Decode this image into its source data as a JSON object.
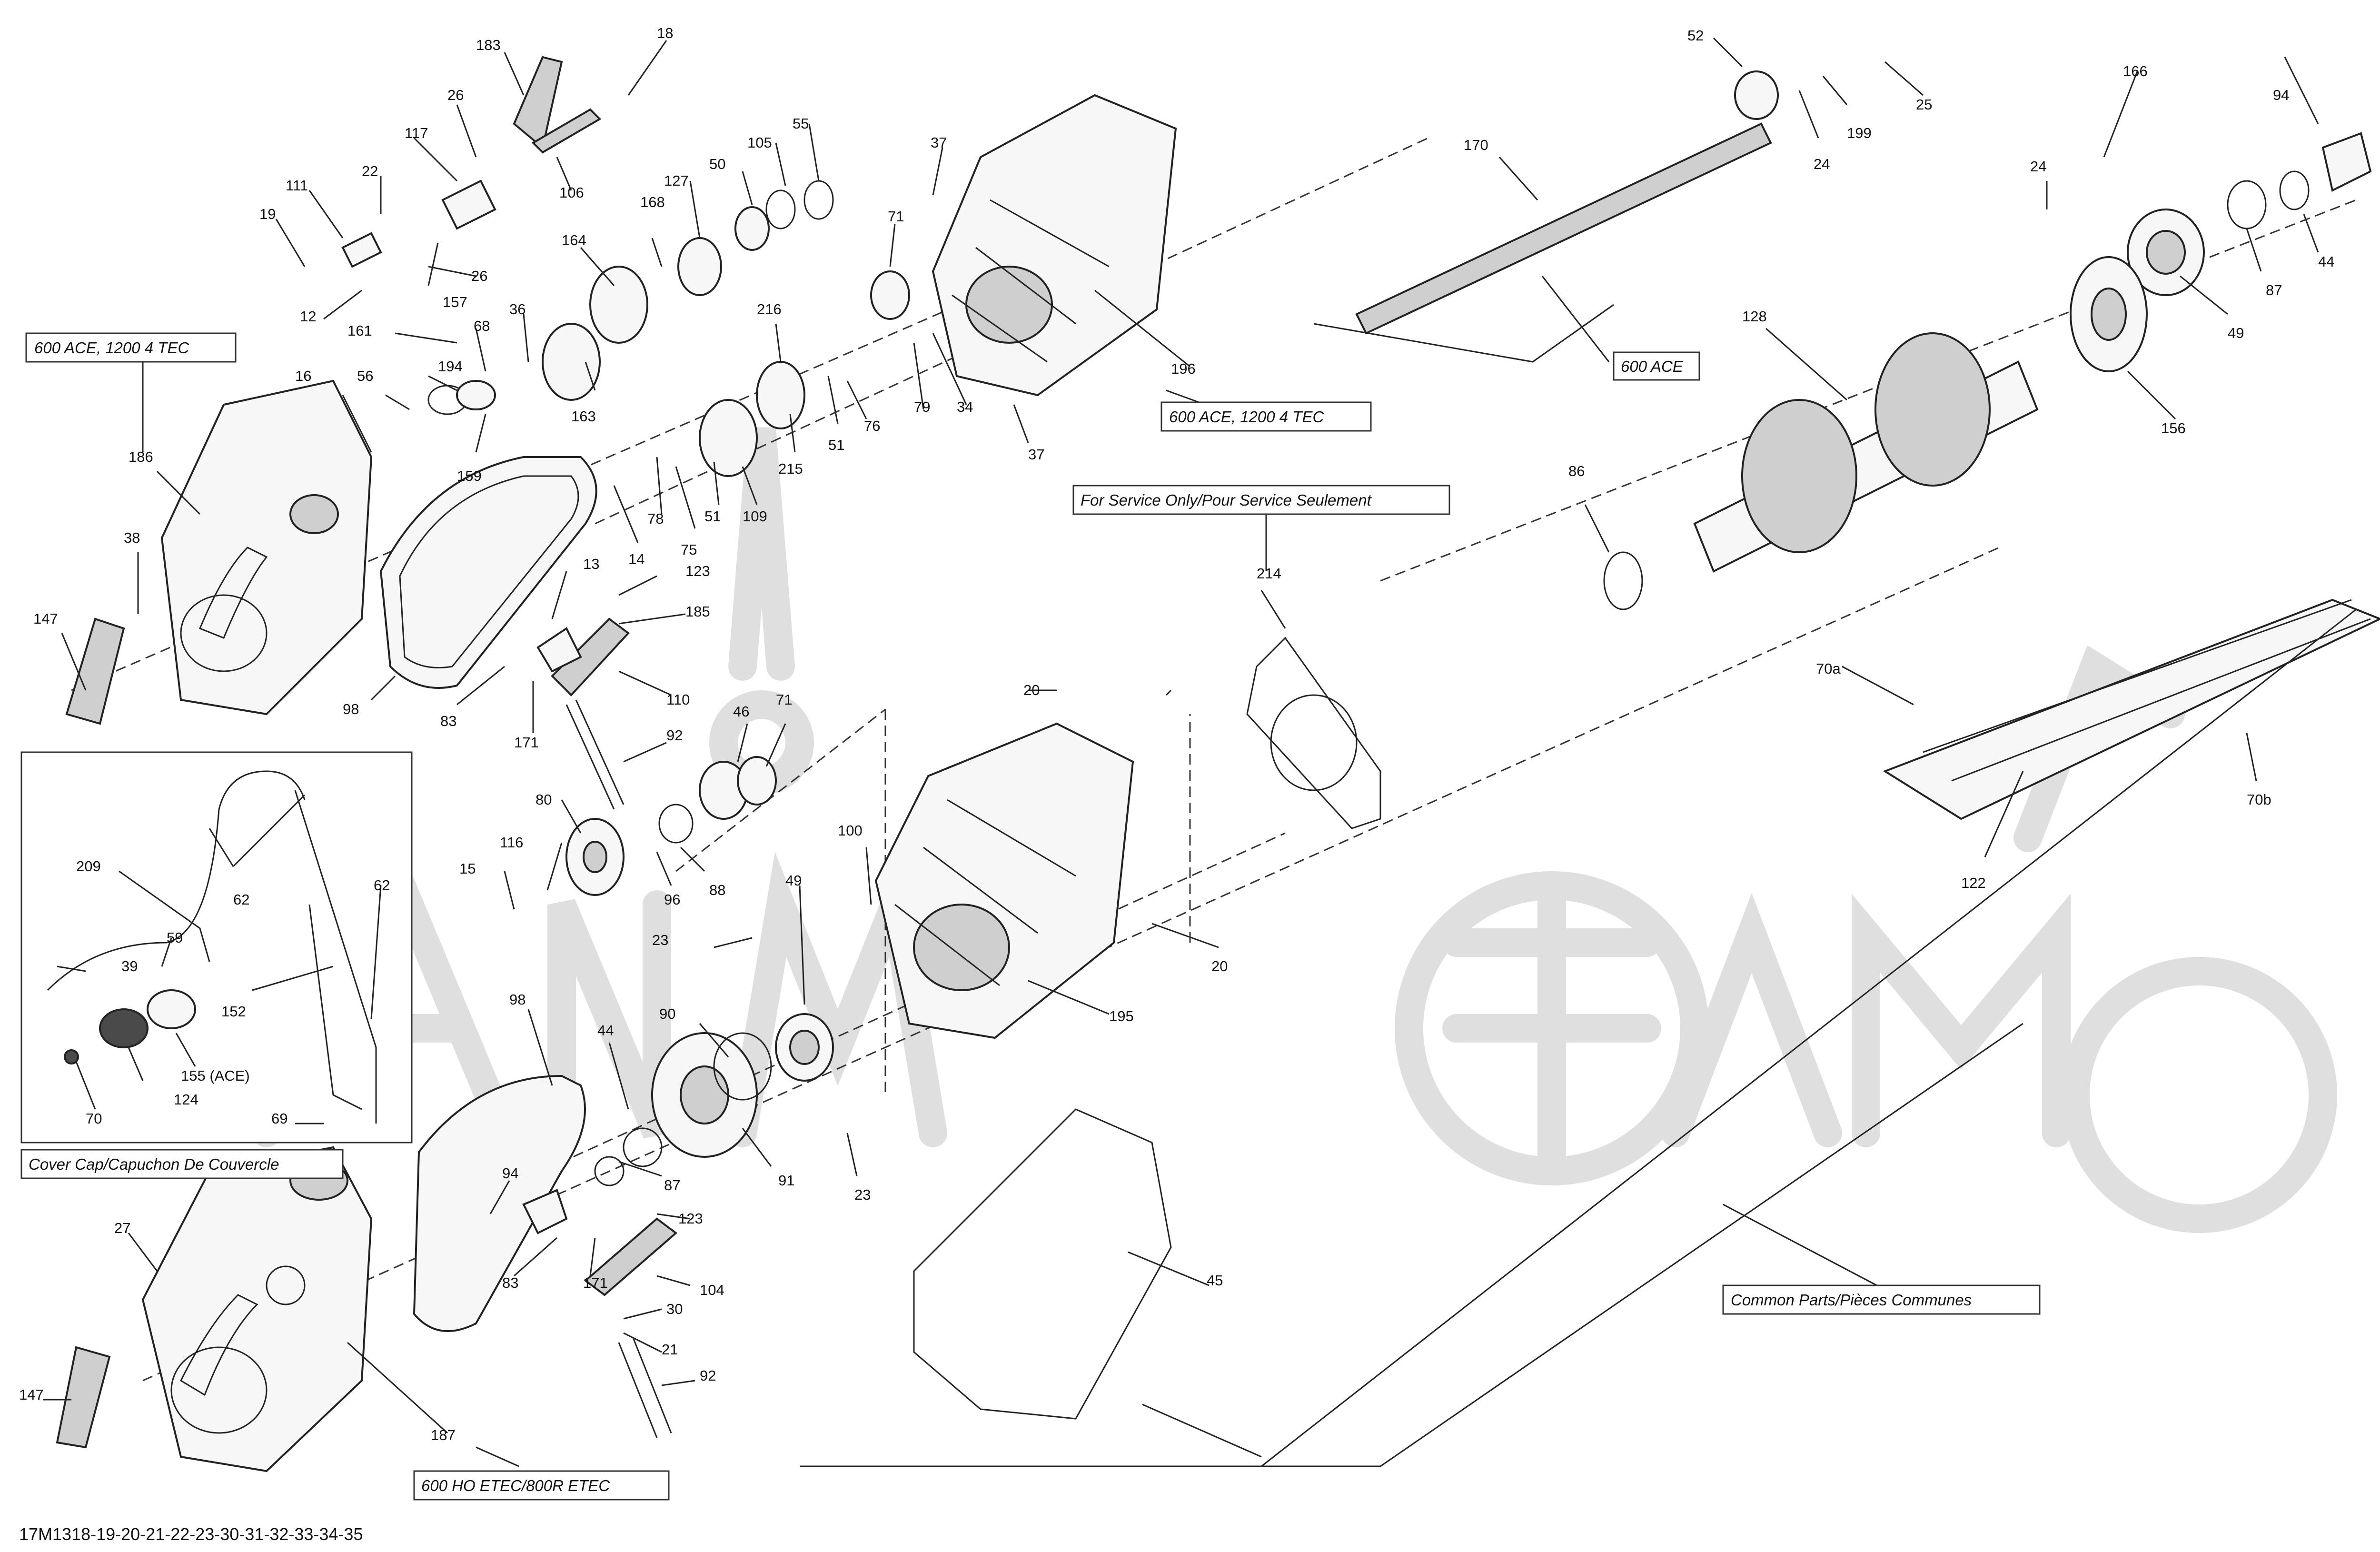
{
  "diagram_code": "17M1318-19-20-21-22-23-30-31-32-33-34-35",
  "group_labels": {
    "ace_tec_left": "600 ACE, 1200 4 TEC",
    "ace_tec_right": "600 ACE, 1200 4 TEC",
    "ace": "600 ACE",
    "service_only": "For Service Only/Pour Service Seulement",
    "cover_cap": "Cover Cap/Capuchon De Couvercle",
    "ho_etec": "600 HO ETEC/800R ETEC",
    "common_parts": "Common Parts/Pièces Communes"
  },
  "callouts": [
    "183",
    "18",
    "26",
    "117",
    "22",
    "111",
    "19",
    "12",
    "26",
    "157",
    "106",
    "161",
    "68",
    "36",
    "164",
    "168",
    "127",
    "50",
    "105",
    "55",
    "37",
    "71",
    "196",
    "216",
    "79",
    "34",
    "37",
    "76",
    "51",
    "215",
    "109",
    "51",
    "75",
    "78",
    "14",
    "163",
    "159",
    "194",
    "56",
    "16",
    "186",
    "38",
    "147",
    "98",
    "83",
    "13",
    "123",
    "185",
    "110",
    "171",
    "92",
    "46",
    "71",
    "20",
    "214",
    "86",
    "170",
    "52",
    "24",
    "199",
    "25",
    "166",
    "94",
    "24",
    "44",
    "87",
    "49",
    "128",
    "156",
    "70a",
    "70b",
    "122",
    "209",
    "62",
    "62",
    "59",
    "39",
    "152",
    "155 (ACE)",
    "70",
    "124",
    "69",
    "80",
    "116",
    "15",
    "96",
    "88",
    "100",
    "49",
    "23",
    "20",
    "195",
    "98",
    "44",
    "90",
    "91",
    "23",
    "87",
    "94",
    "123",
    "104",
    "30",
    "21",
    "92",
    "83",
    "171",
    "45",
    "27",
    "147",
    "187"
  ],
  "icon_names": {
    "watermark": "motorcycle-watermark-icon"
  }
}
